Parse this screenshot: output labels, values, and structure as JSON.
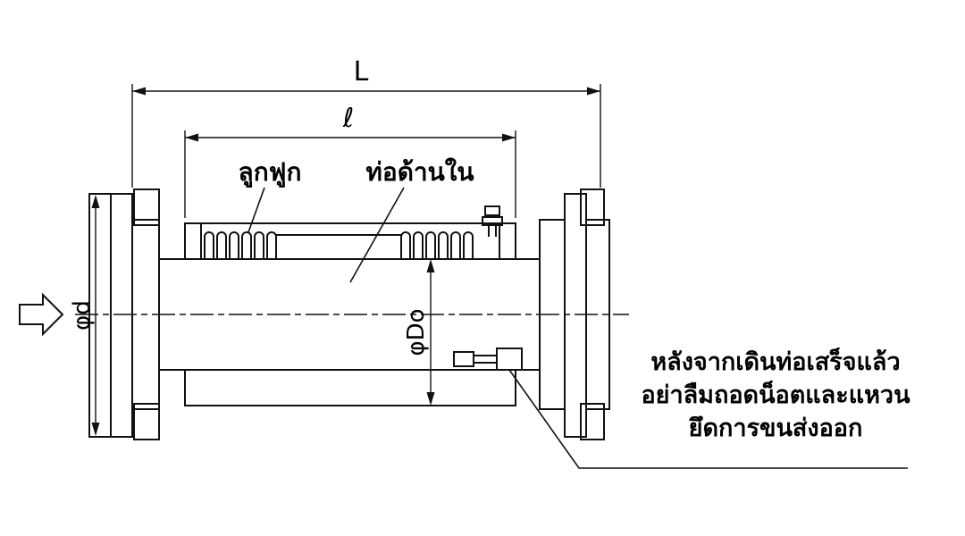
{
  "page": {
    "background": "#ffffff",
    "line_color": "#111111"
  },
  "dimensions": {
    "overall_length_label": "L",
    "inner_length_label": "ℓ",
    "inlet_diameter_label": "φd",
    "outer_diameter_label": "φDo"
  },
  "part_labels": {
    "bellows": "ลูกฟูก",
    "inner_pipe": "ท่อด้านใน"
  },
  "note": {
    "lines": [
      "หลังจากเดินท่อเสร็จแล้ว",
      "อย่าลืมถอดน็อตและแหวน",
      "ยึดการขนส่งออก"
    ]
  }
}
